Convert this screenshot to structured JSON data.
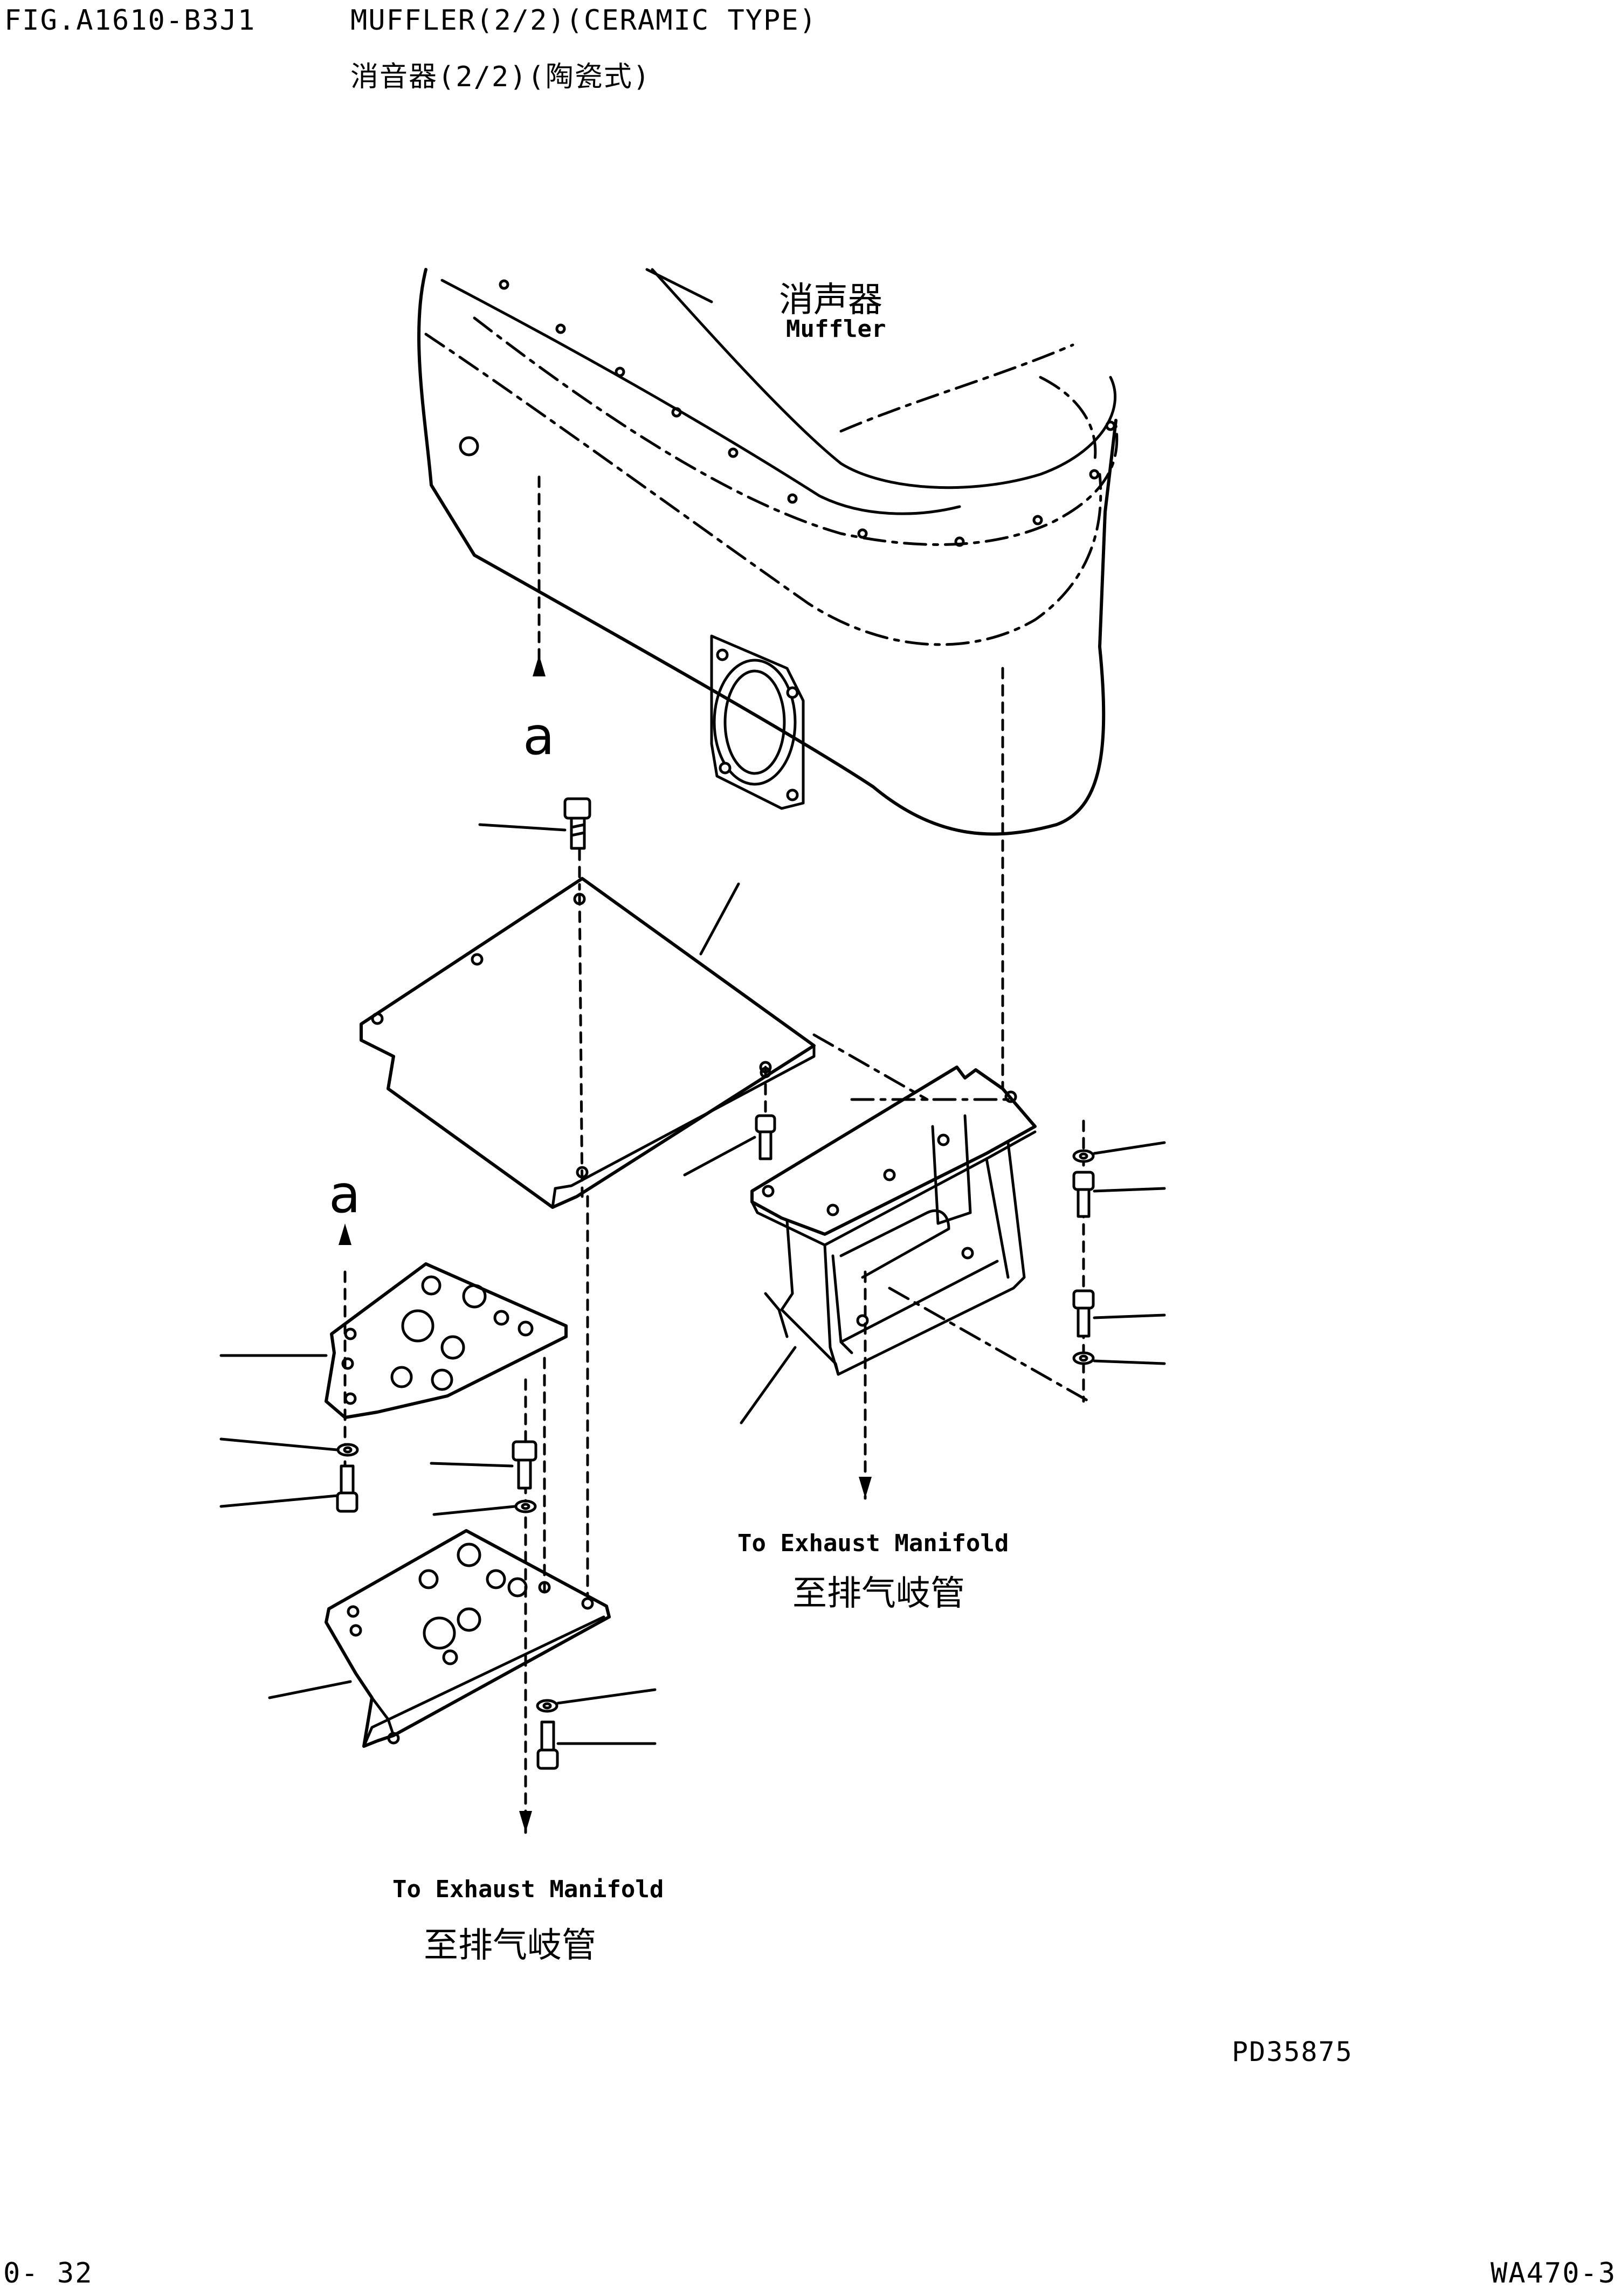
{
  "header": {
    "fig_code": "FIG.A1610-B3J1",
    "title_en": "MUFFLER(2/2)(CERAMIC TYPE)",
    "title_cn": "消音器(2/2)(陶瓷式)"
  },
  "labels": {
    "muffler_cn": "消声器",
    "muffler_en": "Muffler",
    "marker_a_top": "a",
    "marker_a_left": "a",
    "exhaust_right_en": "To Exhaust Manifold",
    "exhaust_right_cn": "至排气岐管",
    "exhaust_bottom_en": "To Exhaust Manifold",
    "exhaust_bottom_cn": "至排气岐管"
  },
  "footer": {
    "drawing_no": "PD35875",
    "page_no": "0- 32",
    "model": "WA470-3"
  }
}
